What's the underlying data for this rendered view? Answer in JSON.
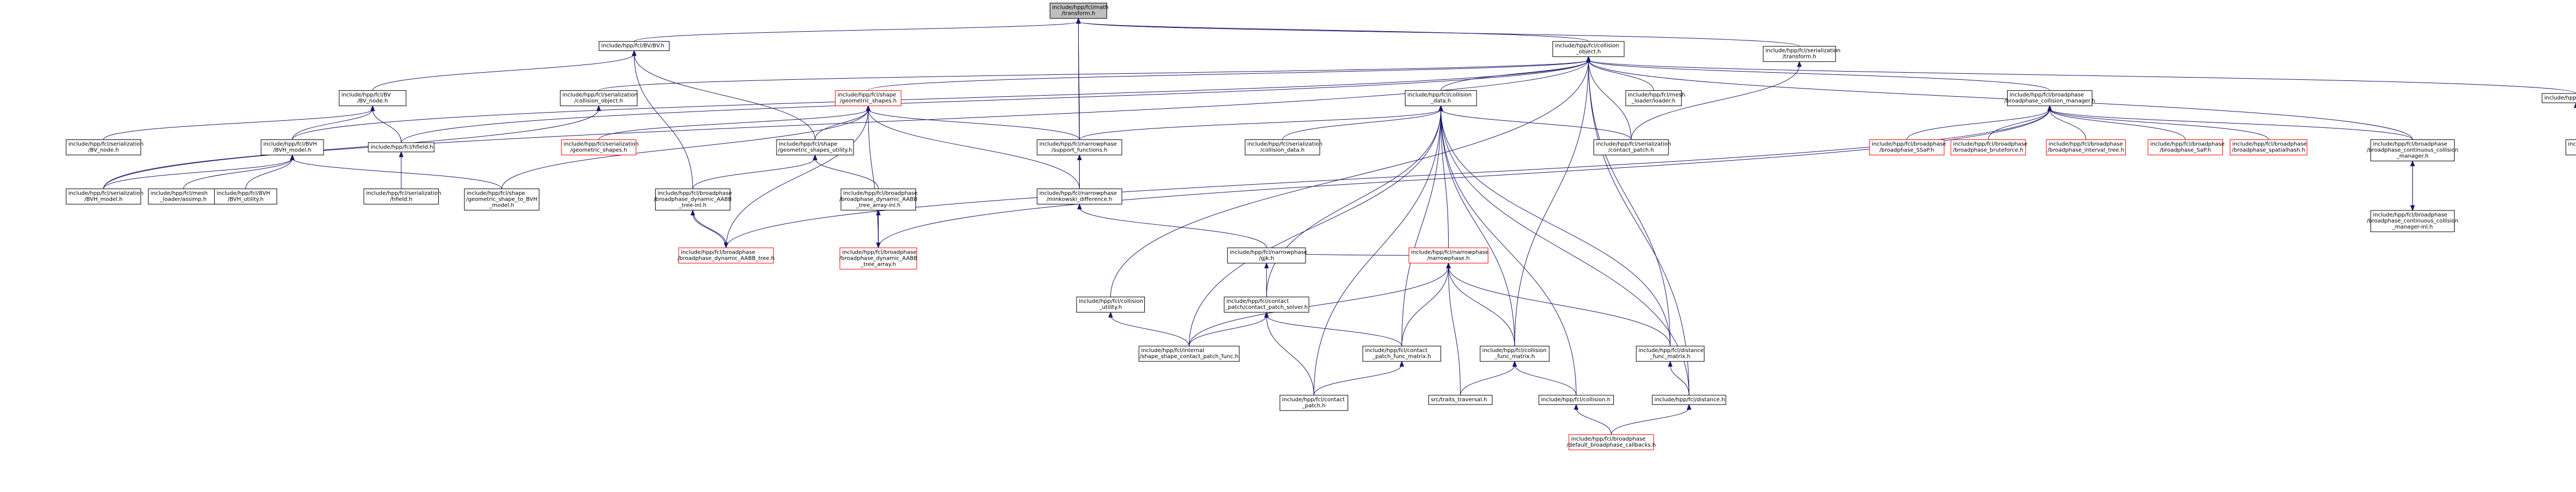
{
  "diagram": {
    "nodes": [
      {
        "id": "transform",
        "lines": [
          "include/hpp/fcl/math",
          "/transform.h"
        ],
        "style": "root"
      },
      {
        "id": "bv",
        "lines": [
          "include/hpp/fcl/BV/BV.h"
        ],
        "style": "normal"
      },
      {
        "id": "collision_object",
        "lines": [
          "include/hpp/fcl/collision",
          "_object.h"
        ],
        "style": "normal"
      },
      {
        "id": "ser_transform",
        "lines": [
          "include/hpp/fcl/serialization",
          "/transform.h"
        ],
        "style": "normal"
      },
      {
        "id": "bv_node",
        "lines": [
          "include/hpp/fcl/BV",
          "/BV_node.h"
        ],
        "style": "normal"
      },
      {
        "id": "ser_collision_object",
        "lines": [
          "include/hpp/fcl/serialization",
          "/collision_object.h"
        ],
        "style": "normal"
      },
      {
        "id": "geometric_shapes",
        "lines": [
          "include/hpp/fcl/shape",
          "/geometric_shapes.h"
        ],
        "style": "red"
      },
      {
        "id": "collision_data",
        "lines": [
          "include/hpp/fcl/collision",
          "_data.h"
        ],
        "style": "normal"
      },
      {
        "id": "mesh_loader",
        "lines": [
          "include/hpp/fcl/mesh",
          "_loader/loader.h"
        ],
        "style": "normal"
      },
      {
        "id": "broadphase_collision_manager",
        "lines": [
          "include/hpp/fcl/broadphase",
          "/broadphase_collision_manager.h"
        ],
        "style": "normal"
      },
      {
        "id": "octree",
        "lines": [
          "include/hpp/fcl/octree.h"
        ],
        "style": "normal"
      },
      {
        "id": "ser_bv_node",
        "lines": [
          "include/hpp/fcl/serialization",
          "/BV_node.h"
        ],
        "style": "normal"
      },
      {
        "id": "bvh_model",
        "lines": [
          "include/hpp/fcl/BVH",
          "/BVH_model.h"
        ],
        "style": "normal"
      },
      {
        "id": "hfield",
        "lines": [
          "include/hpp/fcl/hfield.h"
        ],
        "style": "normal"
      },
      {
        "id": "ser_geometric_shapes",
        "lines": [
          "include/hpp/fcl/serialization",
          "/geometric_shapes.h"
        ],
        "style": "red"
      },
      {
        "id": "geometric_shapes_utility",
        "lines": [
          "include/hpp/fcl/shape",
          "/geometric_shapes_utility.h"
        ],
        "style": "normal"
      },
      {
        "id": "support_functions",
        "lines": [
          "include/hpp/fcl/narrowphase",
          "/support_functions.h"
        ],
        "style": "normal"
      },
      {
        "id": "ser_collision_data",
        "lines": [
          "include/hpp/fcl/serialization",
          "/collision_data.h"
        ],
        "style": "normal"
      },
      {
        "id": "ser_contact_patch",
        "lines": [
          "include/hpp/fcl/serialization",
          "/contact_patch.h"
        ],
        "style": "normal"
      },
      {
        "id": "bp_ssap",
        "lines": [
          "include/hpp/fcl/broadphase",
          "/broadphase_SSaP.h"
        ],
        "style": "red"
      },
      {
        "id": "bp_bruteforce",
        "lines": [
          "include/hpp/fcl/broadphase",
          "/broadphase_bruteforce.h"
        ],
        "style": "red"
      },
      {
        "id": "bp_interval_tree",
        "lines": [
          "include/hpp/fcl/broadphase",
          "/broadphase_interval_tree.h"
        ],
        "style": "red"
      },
      {
        "id": "bp_sap",
        "lines": [
          "include/hpp/fcl/broadphase",
          "/broadphase_SaP.h"
        ],
        "style": "red"
      },
      {
        "id": "bp_spatialhash",
        "lines": [
          "include/hpp/fcl/broadphase",
          "/broadphase_spatialhash.h"
        ],
        "style": "red"
      },
      {
        "id": "bp_continuous_manager",
        "lines": [
          "include/hpp/fcl/broadphase",
          "/broadphase_continuous_collision",
          "_manager.h"
        ],
        "style": "normal"
      },
      {
        "id": "ser_octree",
        "lines": [
          "include/hpp/fcl/serialization",
          "/octree.h"
        ],
        "style": "normal"
      },
      {
        "id": "ser_bvh_model",
        "lines": [
          "include/hpp/fcl/serialization",
          "/BVH_model.h"
        ],
        "style": "normal"
      },
      {
        "id": "mesh_loader_assimp",
        "lines": [
          "include/hpp/fcl/mesh",
          "_loader/assimp.h"
        ],
        "style": "normal"
      },
      {
        "id": "bvh_utility",
        "lines": [
          "include/hpp/fcl/BVH",
          "/BVH_utility.h"
        ],
        "style": "normal"
      },
      {
        "id": "ser_hfield",
        "lines": [
          "include/hpp/fcl/serialization",
          "/hfield.h"
        ],
        "style": "normal"
      },
      {
        "id": "shape_to_bvh",
        "lines": [
          "include/hpp/fcl/shape",
          "/geometric_shape_to_BVH",
          "_model.h"
        ],
        "style": "normal"
      },
      {
        "id": "bp_dyn_aabb_tree_inl",
        "lines": [
          "include/hpp/fcl/broadphase",
          "/broadphase_dynamic_AABB",
          "_tree-inl.h"
        ],
        "style": "normal"
      },
      {
        "id": "bp_dyn_aabb_tree_array_inl",
        "lines": [
          "include/hpp/fcl/broadphase",
          "/broadphase_dynamic_AABB",
          "_tree_array-inl.h"
        ],
        "style": "normal"
      },
      {
        "id": "minkowski_difference",
        "lines": [
          "include/hpp/fcl/narrowphase",
          "/minkowski_difference.h"
        ],
        "style": "normal"
      },
      {
        "id": "bp_continuous_manager_inl",
        "lines": [
          "include/hpp/fcl/broadphase",
          "/broadphase_continuous_collision",
          "_manager-inl.h"
        ],
        "style": "normal"
      },
      {
        "id": "bp_dyn_aabb_tree",
        "lines": [
          "include/hpp/fcl/broadphase",
          "/broadphase_dynamic_AABB_tree.h"
        ],
        "style": "red"
      },
      {
        "id": "bp_dyn_aabb_tree_array",
        "lines": [
          "include/hpp/fcl/broadphase",
          "/broadphase_dynamic_AABB",
          "_tree_array.h"
        ],
        "style": "red"
      },
      {
        "id": "gjk",
        "lines": [
          "include/hpp/fcl/narrowphase",
          "/gjk.h"
        ],
        "style": "normal"
      },
      {
        "id": "collision_utility",
        "lines": [
          "include/hpp/fcl/collision",
          "_utility.h"
        ],
        "style": "normal"
      },
      {
        "id": "contact_patch_solver",
        "lines": [
          "include/hpp/fcl/contact",
          "_patch/contact_patch_solver.h"
        ],
        "style": "normal"
      },
      {
        "id": "narrowphase",
        "lines": [
          "include/hpp/fcl/narrowphase",
          "/narrowphase.h"
        ],
        "style": "red"
      },
      {
        "id": "shape_shape_func",
        "lines": [
          "include/hpp/fcl/internal",
          "/shape_shape_contact_patch_func.h"
        ],
        "style": "normal"
      },
      {
        "id": "contact_patch_func_matrix",
        "lines": [
          "include/hpp/fcl/contact",
          "_patch_func_matrix.h"
        ],
        "style": "normal"
      },
      {
        "id": "collision_func_matrix",
        "lines": [
          "include/hpp/fcl/collision",
          "_func_matrix.h"
        ],
        "style": "normal"
      },
      {
        "id": "distance_func_matrix",
        "lines": [
          "include/hpp/fcl/distance",
          "_func_matrix.h"
        ],
        "style": "normal"
      },
      {
        "id": "traits_traversal",
        "lines": [
          "src/traits_traversal.h"
        ],
        "style": "normal"
      },
      {
        "id": "contact_patch",
        "lines": [
          "include/hpp/fcl/contact",
          "_patch.h"
        ],
        "style": "normal"
      },
      {
        "id": "collision",
        "lines": [
          "include/hpp/fcl/collision.h"
        ],
        "style": "normal"
      },
      {
        "id": "distance",
        "lines": [
          "include/hpp/fcl/distance.h"
        ],
        "style": "normal"
      },
      {
        "id": "default_bp_callbacks",
        "lines": [
          "include/hpp/fcl/broadphase",
          "/default_broadphase_callbacks.h"
        ],
        "style": "red"
      }
    ],
    "edges": [
      [
        "transform",
        "bv"
      ],
      [
        "transform",
        "collision_object"
      ],
      [
        "transform",
        "ser_transform"
      ],
      [
        "transform",
        "support_functions"
      ],
      [
        "transform",
        "minkowski_difference"
      ],
      [
        "bv",
        "bv_node"
      ],
      [
        "bv",
        "geometric_shapes_utility"
      ],
      [
        "bv",
        "bp_dyn_aabb_tree_inl"
      ],
      [
        "collision_object",
        "ser_collision_object"
      ],
      [
        "collision_object",
        "geometric_shapes"
      ],
      [
        "collision_object",
        "collision_data"
      ],
      [
        "collision_object",
        "mesh_loader"
      ],
      [
        "collision_object",
        "broadphase_collision_manager"
      ],
      [
        "collision_object",
        "octree"
      ],
      [
        "collision_object",
        "bvh_model"
      ],
      [
        "collision_object",
        "hfield"
      ],
      [
        "collision_object",
        "ser_contact_patch"
      ],
      [
        "collision_object",
        "bp_continuous_manager"
      ],
      [
        "collision_object",
        "collision_utility"
      ],
      [
        "collision_object",
        "collision_func_matrix"
      ],
      [
        "collision_object",
        "distance_func_matrix"
      ],
      [
        "collision_object",
        "distance"
      ],
      [
        "collision_object",
        "ser_bvh_model"
      ],
      [
        "bv_node",
        "ser_bv_node"
      ],
      [
        "bv_node",
        "bvh_model"
      ],
      [
        "bv_node",
        "hfield"
      ],
      [
        "ser_collision_object",
        "ser_bvh_model"
      ],
      [
        "ser_transform",
        "ser_contact_patch"
      ],
      [
        "geometric_shapes",
        "ser_geometric_shapes"
      ],
      [
        "geometric_shapes",
        "geometric_shapes_utility"
      ],
      [
        "geometric_shapes",
        "support_functions"
      ],
      [
        "geometric_shapes",
        "minkowski_difference"
      ],
      [
        "geometric_shapes",
        "shape_to_bvh"
      ],
      [
        "geometric_shapes",
        "bp_dyn_aabb_tree"
      ],
      [
        "geometric_shapes",
        "bp_dyn_aabb_tree_array"
      ],
      [
        "collision_data",
        "ser_collision_data"
      ],
      [
        "collision_data",
        "ser_contact_patch"
      ],
      [
        "collision_data",
        "support_functions"
      ],
      [
        "collision_data",
        "contact_patch_solver"
      ],
      [
        "collision_data",
        "shape_shape_func"
      ],
      [
        "collision_data",
        "contact_patch_func_matrix"
      ],
      [
        "collision_data",
        "collision_func_matrix"
      ],
      [
        "collision_data",
        "distance_func_matrix"
      ],
      [
        "collision_data",
        "contact_patch"
      ],
      [
        "collision_data",
        "collision"
      ],
      [
        "collision_data",
        "distance"
      ],
      [
        "collision_data",
        "narrowphase"
      ],
      [
        "broadphase_collision_manager",
        "bp_ssap"
      ],
      [
        "broadphase_collision_manager",
        "bp_bruteforce"
      ],
      [
        "broadphase_collision_manager",
        "bp_interval_tree"
      ],
      [
        "broadphase_collision_manager",
        "bp_sap"
      ],
      [
        "broadphase_collision_manager",
        "bp_spatialhash"
      ],
      [
        "broadphase_collision_manager",
        "bp_continuous_manager"
      ],
      [
        "broadphase_collision_manager",
        "bp_dyn_aabb_tree"
      ],
      [
        "broadphase_collision_manager",
        "bp_dyn_aabb_tree_array"
      ],
      [
        "octree",
        "ser_octree"
      ],
      [
        "bvh_model",
        "ser_bvh_model"
      ],
      [
        "bvh_model",
        "mesh_loader_assimp"
      ],
      [
        "bvh_model",
        "bvh_utility"
      ],
      [
        "bvh_model",
        "shape_to_bvh"
      ],
      [
        "hfield",
        "ser_hfield"
      ],
      [
        "geometric_shapes_utility",
        "bp_dyn_aabb_tree_inl"
      ],
      [
        "geometric_shapes_utility",
        "bp_dyn_aabb_tree_array_inl"
      ],
      [
        "support_functions",
        "minkowski_difference"
      ],
      [
        "bp_continuous_manager",
        "bp_continuous_manager_inl"
      ],
      [
        "bp_continuous_manager_inl",
        "bp_continuous_manager"
      ],
      [
        "bp_dyn_aabb_tree_inl",
        "bp_dyn_aabb_tree"
      ],
      [
        "bp_dyn_aabb_tree",
        "bp_dyn_aabb_tree_inl"
      ],
      [
        "bp_dyn_aabb_tree_array_inl",
        "bp_dyn_aabb_tree_array"
      ],
      [
        "bp_dyn_aabb_tree_array",
        "bp_dyn_aabb_tree_array_inl"
      ],
      [
        "minkowski_difference",
        "gjk"
      ],
      [
        "gjk",
        "contact_patch_solver"
      ],
      [
        "gjk",
        "narrowphase"
      ],
      [
        "collision_utility",
        "shape_shape_func"
      ],
      [
        "contact_patch_solver",
        "shape_shape_func"
      ],
      [
        "contact_patch_solver",
        "contact_patch_func_matrix"
      ],
      [
        "contact_patch_solver",
        "contact_patch"
      ],
      [
        "narrowphase",
        "shape_shape_func"
      ],
      [
        "narrowphase",
        "contact_patch_func_matrix"
      ],
      [
        "narrowphase",
        "collision_func_matrix"
      ],
      [
        "narrowphase",
        "distance_func_matrix"
      ],
      [
        "narrowphase",
        "traits_traversal"
      ],
      [
        "contact_patch_func_matrix",
        "contact_patch"
      ],
      [
        "collision_func_matrix",
        "traits_traversal"
      ],
      [
        "collision_func_matrix",
        "collision"
      ],
      [
        "distance_func_matrix",
        "distance"
      ],
      [
        "collision",
        "default_bp_callbacks"
      ],
      [
        "distance",
        "default_bp_callbacks"
      ]
    ]
  }
}
